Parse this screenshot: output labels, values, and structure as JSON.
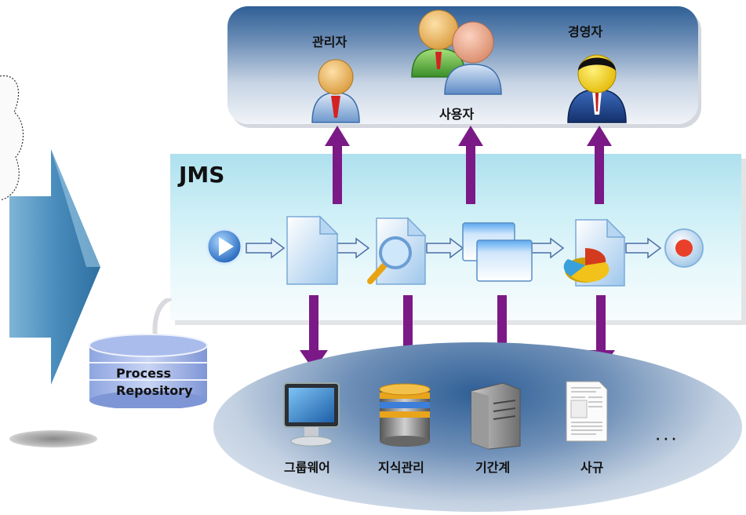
{
  "jms_title": "JMS",
  "users": {
    "admin": "관리자",
    "user": "사용자",
    "executive": "경영자"
  },
  "repository": {
    "line1": "Process",
    "line2": "Repository"
  },
  "systems": {
    "groupware": "그룹웨어",
    "knowledge": "지식관리",
    "core": "기간계",
    "rules": "사규",
    "more": "· · ·"
  },
  "colors": {
    "arrow_purple": "#7b1a86",
    "panel_navy": "#2f5f96",
    "band_cyan": "#aee0ee"
  },
  "icons": [
    "play-icon",
    "document-icon",
    "search-document-icon",
    "windows-icon",
    "chart-document-icon",
    "stop-icon",
    "monitor-icon",
    "database-icon",
    "server-icon",
    "paper-document-icon"
  ]
}
